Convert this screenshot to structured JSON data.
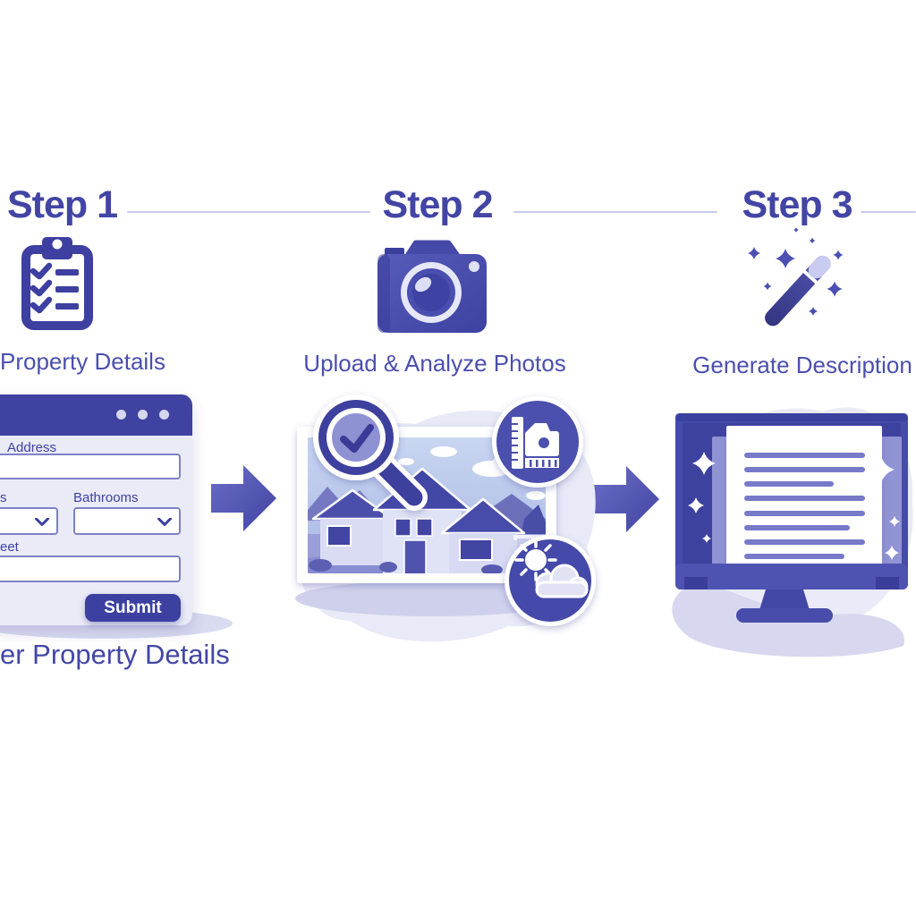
{
  "steps": [
    {
      "title": "Step 1",
      "label": "Property Details",
      "icon": "clipboard-checklist-icon"
    },
    {
      "title": "Step 2",
      "label": "Upload & Analyze Photos",
      "icon": "camera-icon"
    },
    {
      "title": "Step 3",
      "label": "Generate Description",
      "icon": "magic-wand-icon"
    }
  ],
  "form": {
    "titlebar_dots": 3,
    "address_label": "Address",
    "address_value": "",
    "bedrooms_label_visible": "s",
    "bedrooms_value": "",
    "bathrooms_label": "Bathrooms",
    "bathrooms_value": "",
    "square_feet_label_visible": "eet",
    "square_feet_value": "",
    "submit_label": "Submit",
    "caption_visible": "er Property Details"
  },
  "step2_illustration": {
    "subject": "suburban-house-photo",
    "badges": [
      "magnifier-check-icon",
      "ruler-folder-icon",
      "sun-cloud-icon"
    ]
  },
  "step3_illustration": {
    "subject": "monitor-with-generated-document",
    "document_line_widths": [
      135,
      135,
      100,
      135,
      135,
      118,
      135,
      112
    ]
  },
  "colors": {
    "primary": "#4448a8",
    "heading_text": "#4245a4",
    "label_text": "#4b4fae",
    "divider": "#cacce9",
    "titlebar": "#3f42a0",
    "window_body": "#eaebf7",
    "field_border": "#7d81c8",
    "submit_bg": "#3c40a0",
    "arrow": "#4b4fae",
    "blob": "#e9eaf7"
  }
}
